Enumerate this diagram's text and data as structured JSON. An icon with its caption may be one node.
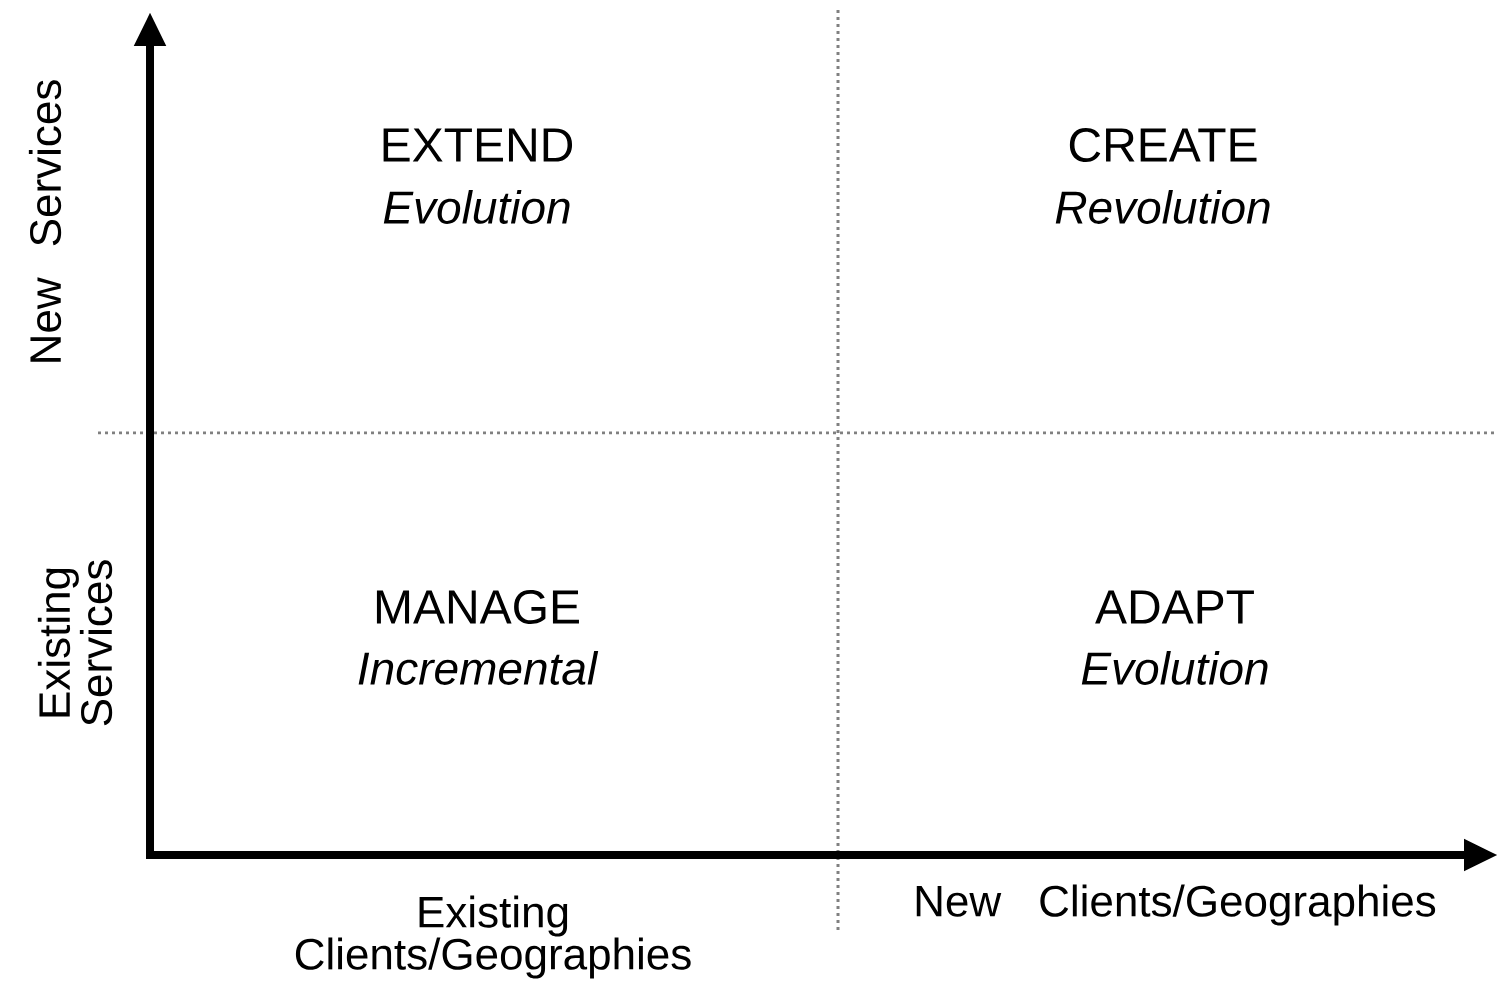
{
  "diagram": {
    "labels": [
      "New Services",
      "EXTEND",
      "Evolution",
      "CREATE",
      "Revolution",
      "Existing Services",
      "MANAGE",
      "Incremental",
      "ADAPT",
      "Evolution",
      "Existing Clients/Geographies",
      "New Clients/Geographies"
    ]
  }
}
